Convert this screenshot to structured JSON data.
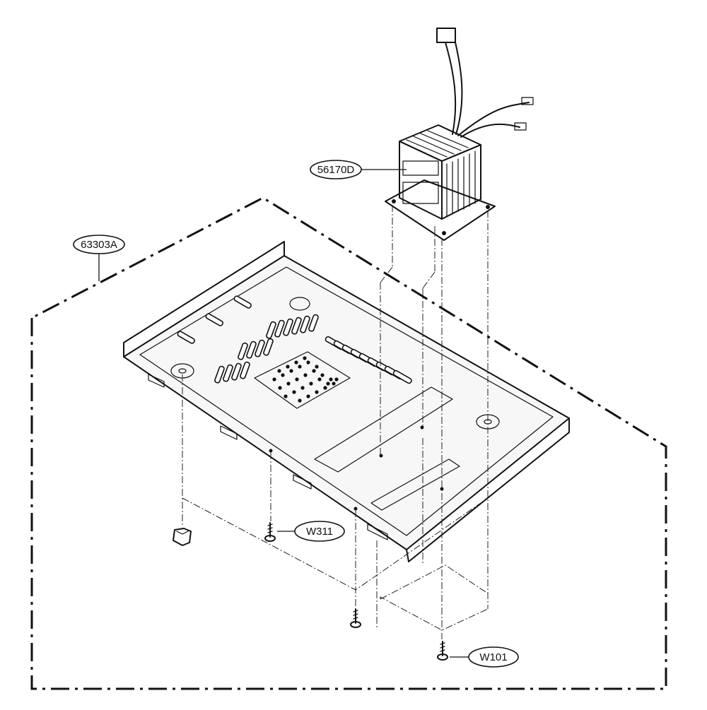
{
  "callouts": {
    "transformer": "56170D",
    "base_plate_assembly": "63303A",
    "screw_small": "W311",
    "screw_large": "W101"
  }
}
